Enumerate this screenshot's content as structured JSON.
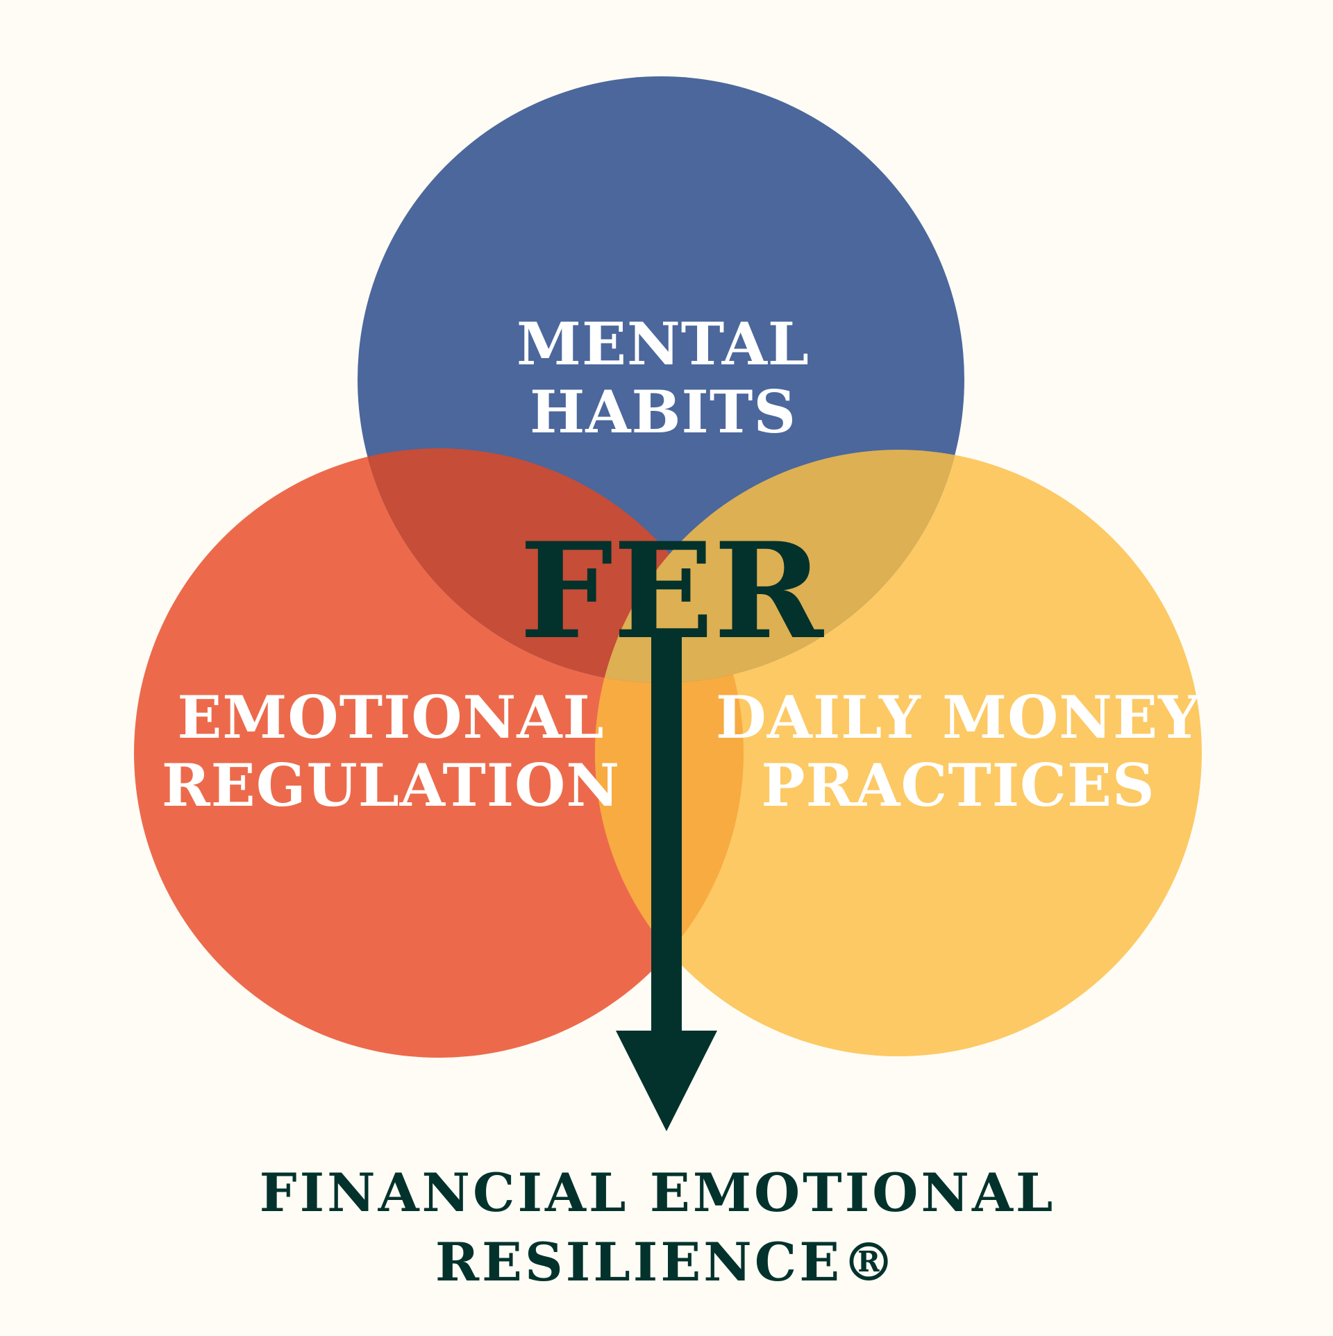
{
  "colors": {
    "background": "#fffcf5",
    "mental_habits": "#4b679c",
    "emotional_regulation": "#ec6a4b",
    "daily_money_practices": "#fcc964",
    "overlap_top_left": "#c64d37",
    "overlap_top_right": "#ddb053",
    "overlap_bottom": "#f7ab41",
    "ink": "#03322c"
  },
  "circles": {
    "mental_habits": {
      "line1": "MENTAL",
      "line2": "HABITS"
    },
    "emotional_regulation": {
      "line1": "EMOTIONAL",
      "line2": "REGULATION"
    },
    "daily_money_practices": {
      "line1": "DAILY MONEY",
      "line2": "PRACTICES"
    }
  },
  "center": {
    "label": "FER"
  },
  "outcome": {
    "line1": "FINANCIAL EMOTIONAL",
    "line2": "RESILIENCE®"
  }
}
